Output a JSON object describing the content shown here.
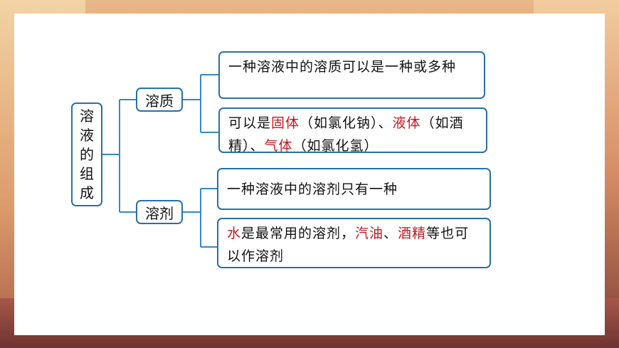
{
  "root": {
    "chars": [
      "溶",
      "液",
      "的",
      "组",
      "成"
    ]
  },
  "branches": [
    {
      "label": "溶质",
      "leaves": [
        {
          "parts": [
            {
              "text": "一种溶液中的溶质可以是一种或多种",
              "hl": false
            }
          ]
        },
        {
          "parts": [
            {
              "text": "可以是",
              "hl": false
            },
            {
              "text": "固体",
              "hl": true
            },
            {
              "text": "（如氯化钠）、",
              "hl": false
            },
            {
              "text": "液体",
              "hl": true
            },
            {
              "text": "（如酒精）、",
              "hl": false
            },
            {
              "text": "气体",
              "hl": true
            },
            {
              "text": "（如氯化氢）",
              "hl": false
            }
          ]
        }
      ]
    },
    {
      "label": "溶剂",
      "leaves": [
        {
          "parts": [
            {
              "text": "一种溶液中的溶剂只有一种",
              "hl": false
            }
          ]
        },
        {
          "parts": [
            {
              "text": "水",
              "hl": true
            },
            {
              "text": "是最常用的溶剂，",
              "hl": false
            },
            {
              "text": "汽油",
              "hl": true
            },
            {
              "text": "、",
              "hl": false
            },
            {
              "text": "酒精",
              "hl": true
            },
            {
              "text": "等也可以作溶剂",
              "hl": false
            }
          ]
        }
      ]
    }
  ],
  "colors": {
    "border": "#2a6fa8",
    "connector": "#3b86c4",
    "highlight": "#c8161d"
  }
}
